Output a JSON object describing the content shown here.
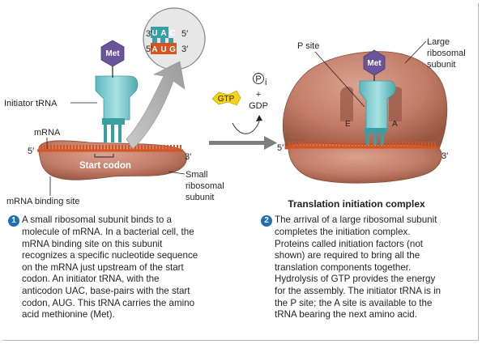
{
  "left_panel": {
    "met_label": "Met",
    "codon_box": {
      "anticodon_prefix": "3′",
      "anticodon_suffix": "5′",
      "anticodon": [
        "U",
        "A",
        "C"
      ],
      "codon_prefix": "5′",
      "codon_suffix": "3′",
      "codon": [
        "A",
        "U",
        "G"
      ]
    },
    "initiator_trna": "Initiator tRNA",
    "mrna": "mRNA",
    "five_prime": "5′",
    "three_prime": "3′",
    "start_codon": "Start codon",
    "small_subunit_line1": "Small",
    "small_subunit_line2": "ribosomal",
    "small_subunit_line3": "subunit",
    "mrna_binding_site": "mRNA binding site"
  },
  "middle": {
    "pi_label": "P",
    "pi_sub": "i",
    "plus": "+",
    "gdp": "GDP",
    "gtp": "GTP"
  },
  "right_panel": {
    "p_site": "P site",
    "large_line1": "Large",
    "large_line2": "ribosomal",
    "large_line3": "subunit",
    "met_label": "Met",
    "e_site": "E",
    "a_site": "A",
    "five_prime": "5′",
    "three_prime": "3′",
    "complex_title": "Translation initiation complex"
  },
  "captions": {
    "step1_number": "1",
    "step1_lines": [
      "A small ribosomal subunit binds to a",
      "molecule of mRNA. In a bacterial cell, the",
      "mRNA binding site on this subunit",
      "recognizes a specific nucleotide sequence",
      "on the mRNA just upstream of the start",
      "codon. An initiator tRNA, with the",
      "anticodon UAC, base-pairs with the start",
      "codon, AUG. This tRNA carries the amino",
      "acid methionine (Met)."
    ],
    "step2_number": "2",
    "step2_lines": [
      "The arrival of a large ribosomal subunit",
      "completes the initiation complex.",
      "Proteins called initiation factors (not",
      "shown) are required to bring all the",
      "translation components together.",
      "Hydrolysis of GTP provides the energy",
      "for the assembly. The initiator tRNA is in",
      "the P site; the A site is available to the",
      "tRNA bearing the next amino acid."
    ]
  },
  "colors": {
    "ribosome": "#c27c68",
    "ribosome_dark": "#9a5847",
    "mrna": "#d9531e",
    "trna": "#7ccfd2",
    "trna_dark": "#3b9ea3",
    "met": "#6a559a",
    "gtp": "#f5d312",
    "step_number": "#1f6fb2"
  }
}
